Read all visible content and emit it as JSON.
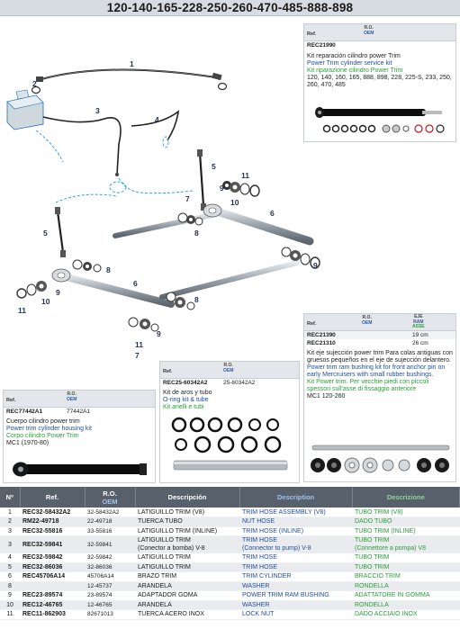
{
  "header": {
    "title": "120-140-165-228-250-260-470-485-888-898"
  },
  "callouts": {
    "c1": "1",
    "c2": "2",
    "c3": "3",
    "c4": "4",
    "c5a": "5",
    "c5b": "5",
    "c6a": "6",
    "c6b": "6",
    "c7a": "7",
    "c7b": "7",
    "c8a": "8",
    "c8b": "8",
    "c8c": "8",
    "c9a": "9",
    "c9b": "9",
    "c9c": "9",
    "c9d": "9",
    "c10a": "10",
    "c10b": "10",
    "c11a": "11",
    "c11b": "11",
    "c11c": "11"
  },
  "box_cylinder_kit": {
    "ref_label": "Ref.",
    "oem_label_ro": "R.O.",
    "oem_label": "OEM",
    "ref": "REC21990",
    "desc_es": "Kit reparación cilindro power Trim",
    "desc_en": "Power Trim cylinder service kit",
    "desc_it": "Kit riparazione cilindro Power Trim",
    "models": "120, 140, 160, 165, 888, 898, 228, 225-S, 233, 250, 260, 470, 485"
  },
  "box_anchor_kit": {
    "ref_label": "Ref.",
    "oem_label_ro": "R.O.",
    "oem_label": "OEM",
    "eje_label": "EJE",
    "ram_label": "RAM",
    "asse_label": "ASSE",
    "rows": [
      {
        "ref": "REC21390",
        "size": "19 cm"
      },
      {
        "ref": "REC21310",
        "size": "26 cm"
      }
    ],
    "desc_es": "Kit eje sujección power trim Para colas antiguas con gruesos pequeños en el eje de sujección delantero.",
    "desc_en": "Power trim ram bushing kit for front anchor pin on early Mercruisers with small rubber bushings.",
    "desc_it": "Kit Power trim. Per vecchie piedi con piccoli spessori sull'asse di fissaggio anteriore",
    "models": "MC1 120-260"
  },
  "box_oring_kit": {
    "ref_label": "Ref.",
    "oem_label_ro": "R.O.",
    "oem_label": "OEM",
    "ref": "REC25-60342A2",
    "oem": "25-60342A2",
    "desc_es": "Kit de aros y tubo",
    "desc_en": "O-ring kit & tube",
    "desc_it": "Kit anelli e tubi"
  },
  "box_housing": {
    "ref_label": "Ref.",
    "oem_label_ro": "R.O.",
    "oem_label": "OEM",
    "ref": "REC77442A1",
    "oem": "77442A1",
    "desc_es": "Cuerpo cilindro power trim",
    "desc_en": "Power trim cylinder housing kit",
    "desc_it": "Corpo cilindro Power Trim",
    "models": "MC1 (1970-80)"
  },
  "parts_table": {
    "headers": {
      "no": "Nº",
      "ref": "Ref.",
      "oem_ro": "R.O.",
      "oem": "OEM",
      "desc_es": "Descripción",
      "desc_en": "Description",
      "desc_it": "Descrizione"
    },
    "rows": [
      {
        "no": "1",
        "ref": "REC32-58432A2",
        "oem": "32-58432A2",
        "es": "LATIGUILLO TRIM (V8)",
        "en": "TRIM HOSE ASSEMBLY (V8)",
        "it": "TUBO TRIM (V8)"
      },
      {
        "no": "2",
        "ref": "RM22-49718",
        "oem": "22-49718",
        "es": "TUERCA TUBO",
        "en": "NUT HOSE",
        "it": "DADO TUBO"
      },
      {
        "no": "3",
        "ref": "REC32-55816",
        "oem": "33-55816",
        "es": "LATIGUILLO TRIM (INLINE)",
        "en": "TRIM HOSE (INLINE)",
        "it": "TUBO TRIM (INLINE)"
      },
      {
        "no": "3",
        "ref": "REC32-59841",
        "oem": "32-59841",
        "es": "LATIGUILLO TRIM",
        "es2": "(Conector a bomba) V-8",
        "en": "TRIM HOSE",
        "en2": "(Connector to pump) V-8",
        "it": "TUBO TRIM",
        "it2": "(Connettore a pompa) V8"
      },
      {
        "no": "4",
        "ref": "REC32-59842",
        "oem": "32-59842",
        "es": "LATIGUILLO TRIM",
        "en": "TRIM HOSE",
        "it": "TUBO TRIM"
      },
      {
        "no": "5",
        "ref": "REC32-86036",
        "oem": "32-86036",
        "es": "LATIGUILLO TRIM",
        "en": "TRIM HOSE",
        "it": "TUBO TRIM"
      },
      {
        "no": "6",
        "ref": "REC45706A14",
        "oem": "45706A14",
        "es": "BRAZO TRIM",
        "en": "TRIM CYLINDER",
        "it": "BRACCIO TRIM"
      },
      {
        "no": "8",
        "ref": "",
        "oem": "12-45737",
        "es": "ARANDELA",
        "en": "WASHER",
        "it": "RONDELLA"
      },
      {
        "no": "9",
        "ref": "REC23-89574",
        "oem": "23-89574",
        "es": "ADAPTADOR GOMA",
        "en": "POWER TRIM RAM BUSHING",
        "it": "ADATTATORE IN GOMMA"
      },
      {
        "no": "10",
        "ref": "REC12-46765",
        "oem": "12-46765",
        "es": "ARANDELA",
        "en": "WASHER",
        "it": "RONDELLA"
      },
      {
        "no": "11",
        "ref": "REC11-862903",
        "oem": "82671013",
        "es": "TUERCA ACERO INOX",
        "en": "LOCK NUT",
        "it": "DADO ACCIAIO INOX"
      }
    ]
  }
}
